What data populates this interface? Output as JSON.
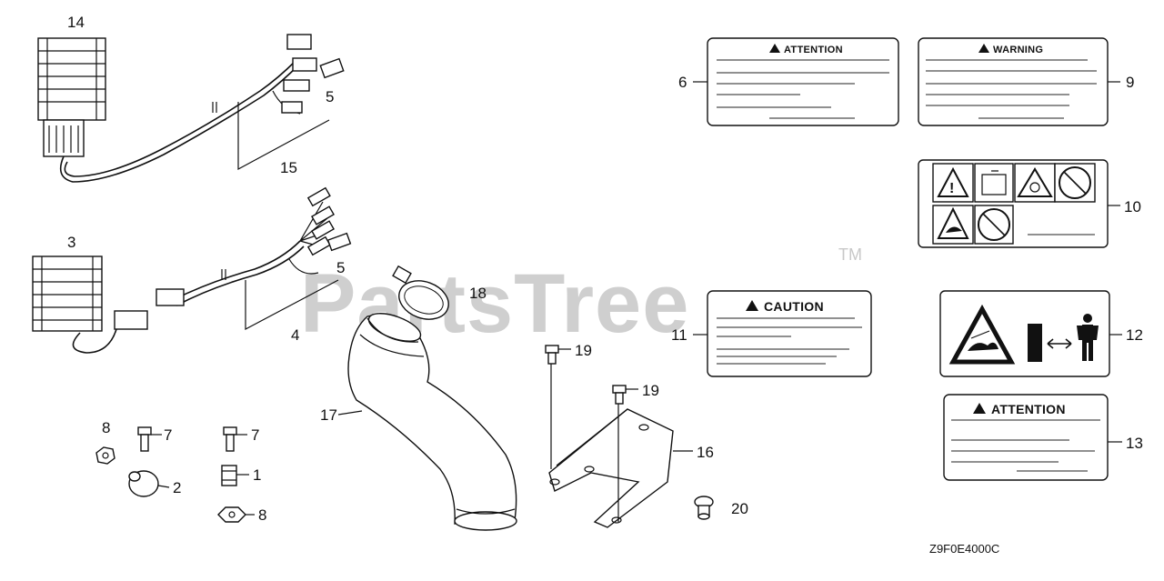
{
  "watermark": {
    "text": "PartsTree",
    "trademark": "TM"
  },
  "diagram_code": "Z9F0E4000C",
  "callouts": {
    "c1": "1",
    "c2": "2",
    "c3": "3",
    "c4": "4",
    "c5a": "5",
    "c5b": "5",
    "c6": "6",
    "c7a": "7",
    "c7b": "7",
    "c8a": "8",
    "c8b": "8",
    "c9": "9",
    "c10": "10",
    "c11": "11",
    "c12": "12",
    "c13": "13",
    "c14": "14",
    "c15": "15",
    "c16": "16",
    "c17": "17",
    "c18": "18",
    "c19a": "19",
    "c19b": "19",
    "c20": "20"
  },
  "labels": {
    "attention_6": "ATTENTION",
    "warning_9": "WARNING",
    "caution_11": "CAUTION",
    "attention_13": "ATTENTION"
  },
  "icons": {
    "warning_triangle": "warning-triangle-icon",
    "hot_surface": "hot-surface-icon",
    "no_fire": "no-fire-icon",
    "keep_distance": "keep-distance-icon"
  }
}
